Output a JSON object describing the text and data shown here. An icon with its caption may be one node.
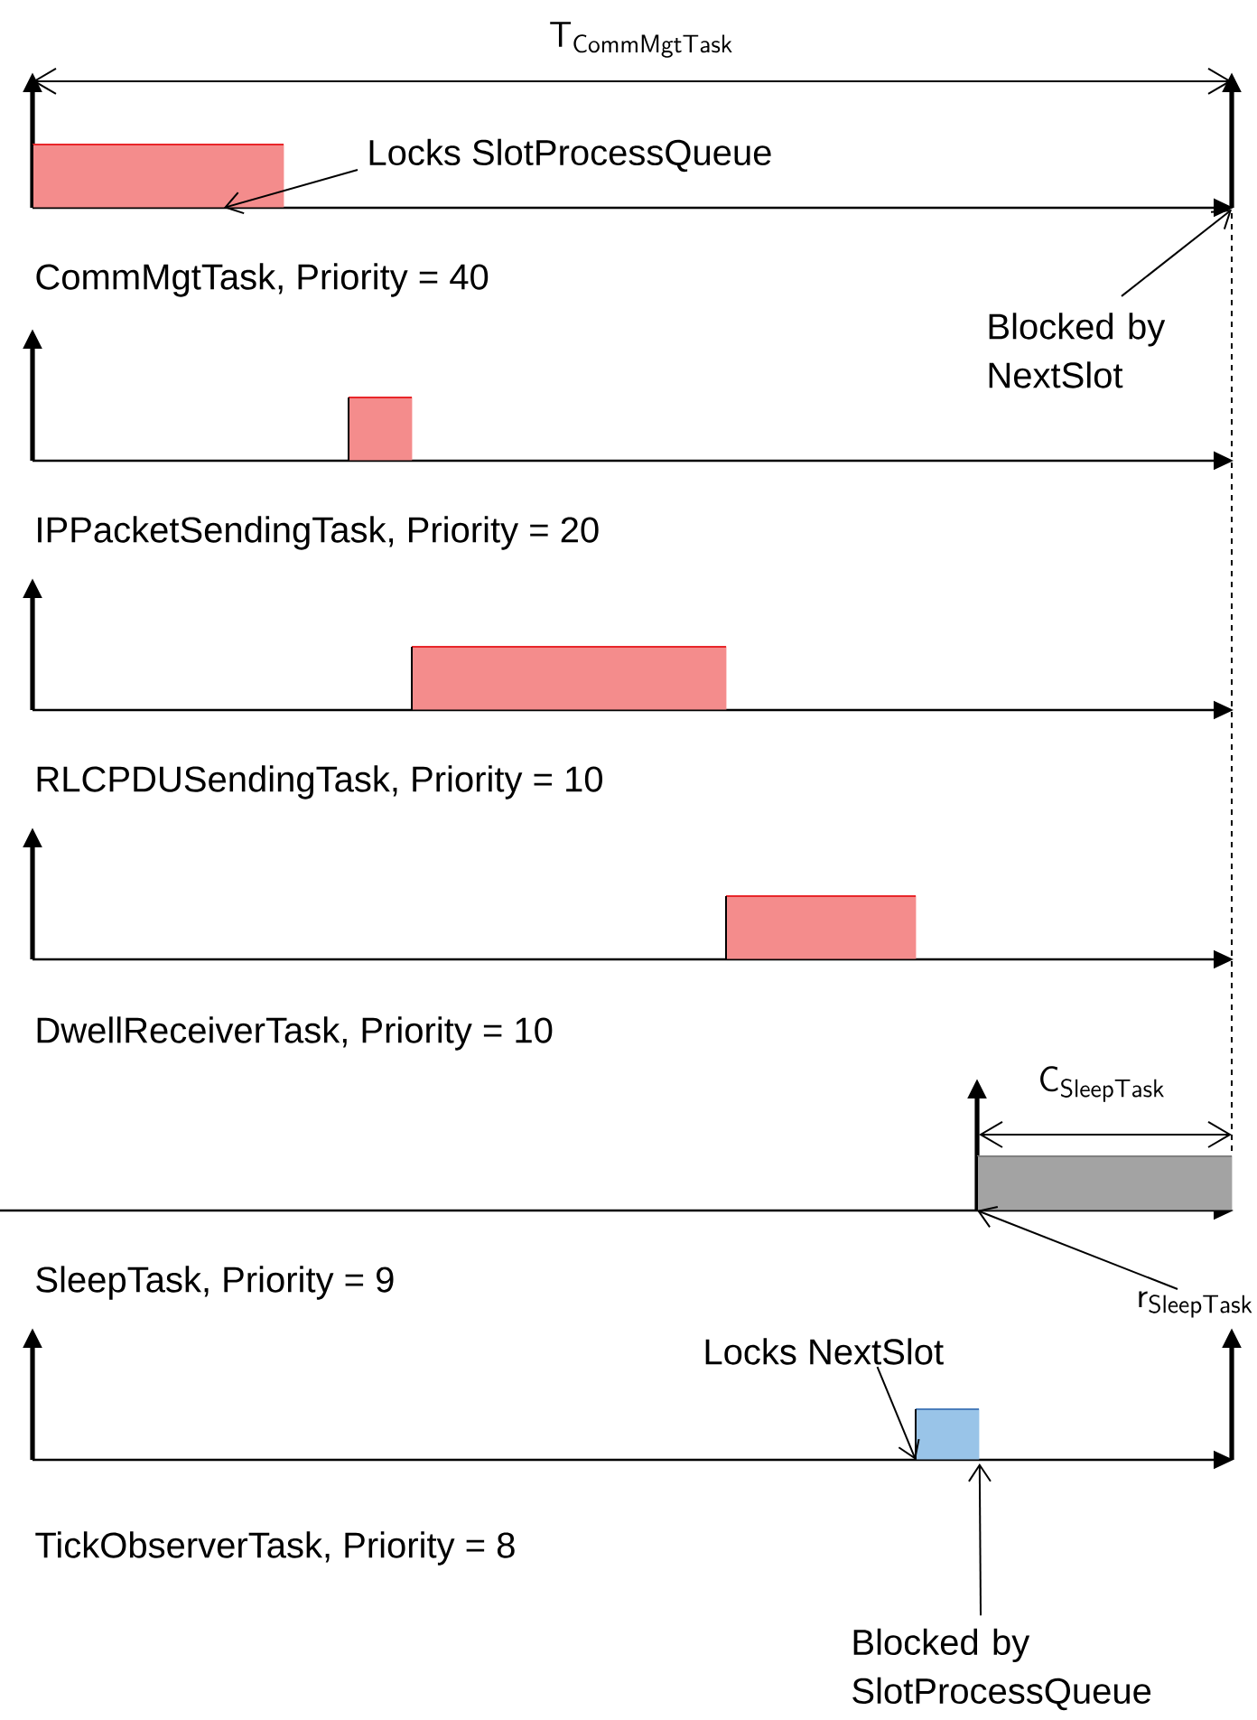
{
  "diagram": {
    "nodes": [
      {
        "text": [],
        "shape": "box"
      },
      {
        "text": [
          "Locks SlotProcessQueue"
        ]
      },
      {
        "text": [
          "Blocked by NextSlot"
        ]
      },
      {
        "text": [],
        "shape": "box"
      },
      {
        "text": [],
        "shape": "box"
      },
      {
        "text": [],
        "shape": "box"
      },
      {
        "text": [],
        "shape": "box"
      },
      {
        "text": [
          "\\mathsf{r}_{\\mathsf{SleepTask}}"
        ]
      },
      {
        "text": [
          "Locks NextSlot"
        ]
      },
      {
        "text": [],
        "shape": "box"
      },
      {
        "text": [
          "Blocked by SlotProcessQueue"
        ]
      }
    ],
    "edges": [
      {
        "from": 1,
        "to": 0,
        "arrow": "to"
      },
      {
        "from": 2,
        "to": null,
        "arrow": "to"
      },
      {
        "from": 7,
        "to": 6,
        "arrow": "to"
      },
      {
        "from": 8,
        "to": 9,
        "arrow": "to"
      },
      {
        "from": 10,
        "to": 9,
        "arrow": "to"
      }
    ],
    "labels": [
      "\\mathsf{T}_{\\mathsf{CommMgtTask}}",
      "CommMgtTask, Priority = 40",
      "IPPacketSendingTask, Priority = 20",
      "RLCPDUSendingTask, Priority = 10",
      "DwellReceiverTask, Priority = 10",
      "\\mathsf{C}_{\\mathsf{SleepTask}}",
      "SleepTask, Priority = 9",
      "TickObserverTask, Priority = 8"
    ]
  }
}
